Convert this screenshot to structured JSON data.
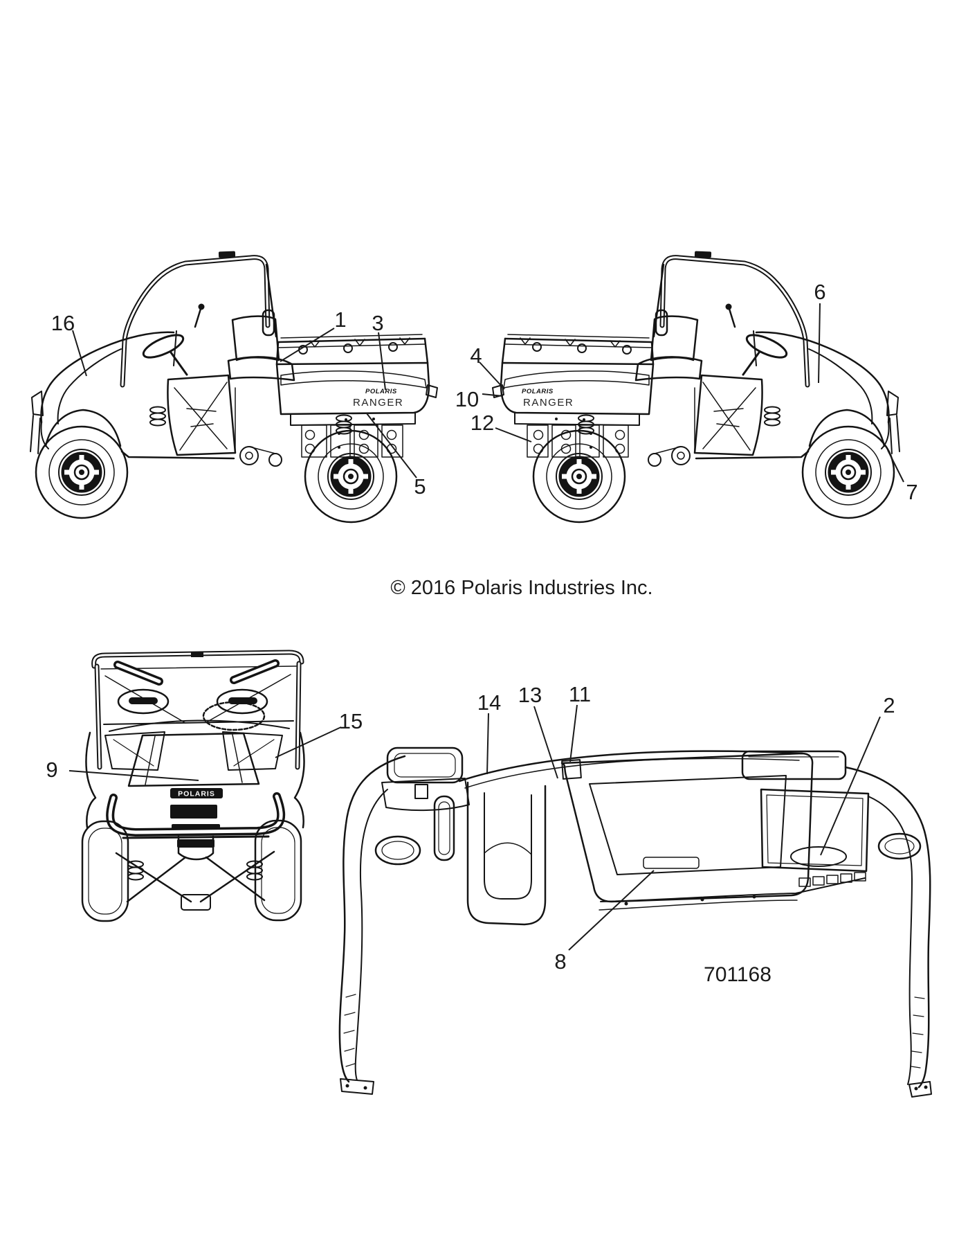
{
  "diagram": {
    "copyright": "© 2016 Polaris Industries Inc.",
    "part_number": "701168",
    "decals": {
      "left_bed_brand": "POLARIS",
      "left_bed_model": "RANGER",
      "right_bed_brand": "POLARIS",
      "right_bed_model": "RANGER",
      "front_grille_brand": "POLARIS"
    },
    "callouts": {
      "n1": "1",
      "n2": "2",
      "n3": "3",
      "n4": "4",
      "n5": "5",
      "n6": "6",
      "n7": "7",
      "n8": "8",
      "n9": "9",
      "n10": "10",
      "n11": "11",
      "n12": "12",
      "n13": "13",
      "n14": "14",
      "n15": "15",
      "n16": "16"
    }
  }
}
